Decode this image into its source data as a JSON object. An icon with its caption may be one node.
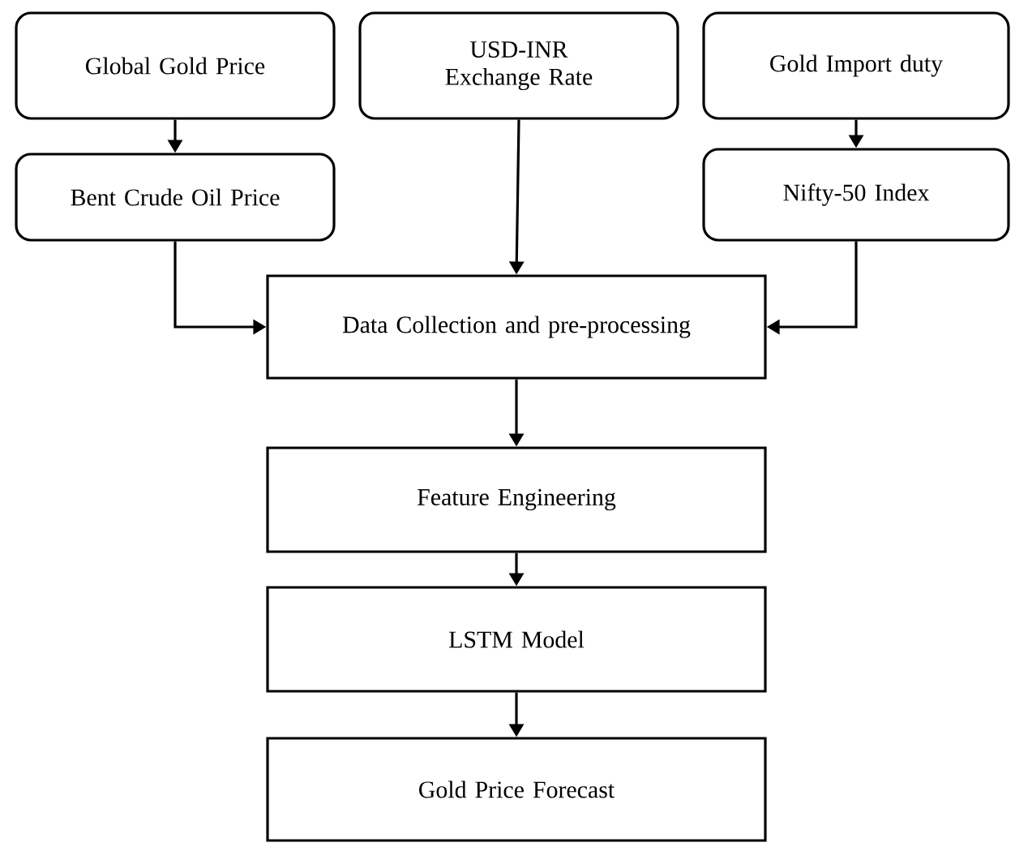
{
  "diagram": {
    "nodes": [
      {
        "text": [
          "Global Gold Price"
        ]
      },
      {
        "text": [
          "USD-INR Exchange Rate"
        ]
      },
      {
        "text": [
          "Gold Import duty"
        ]
      },
      {
        "text": [
          "Bent Crude Oil Price"
        ]
      },
      {
        "text": [
          "Nifty-50 Index"
        ]
      },
      {
        "text": [
          "Data Collection and pre-processing"
        ]
      },
      {
        "text": [
          "Feature Engineering"
        ]
      },
      {
        "text": [
          "LSTM Model"
        ]
      },
      {
        "text": [
          "Gold Price Forecast"
        ]
      }
    ],
    "edges": [
      {
        "from": 0,
        "to": 3,
        "arrow": "to"
      },
      {
        "from": 2,
        "to": 4,
        "arrow": "to"
      },
      {
        "from": 1,
        "to": 5,
        "arrow": "to"
      },
      {
        "from": 3,
        "to": 5,
        "arrow": "to"
      },
      {
        "from": 4,
        "to": 5,
        "arrow": "to"
      },
      {
        "from": 5,
        "to": 6,
        "arrow": "to"
      },
      {
        "from": 6,
        "to": 7,
        "arrow": "to"
      },
      {
        "from": 7,
        "to": 8,
        "arrow": "to"
      }
    ]
  }
}
